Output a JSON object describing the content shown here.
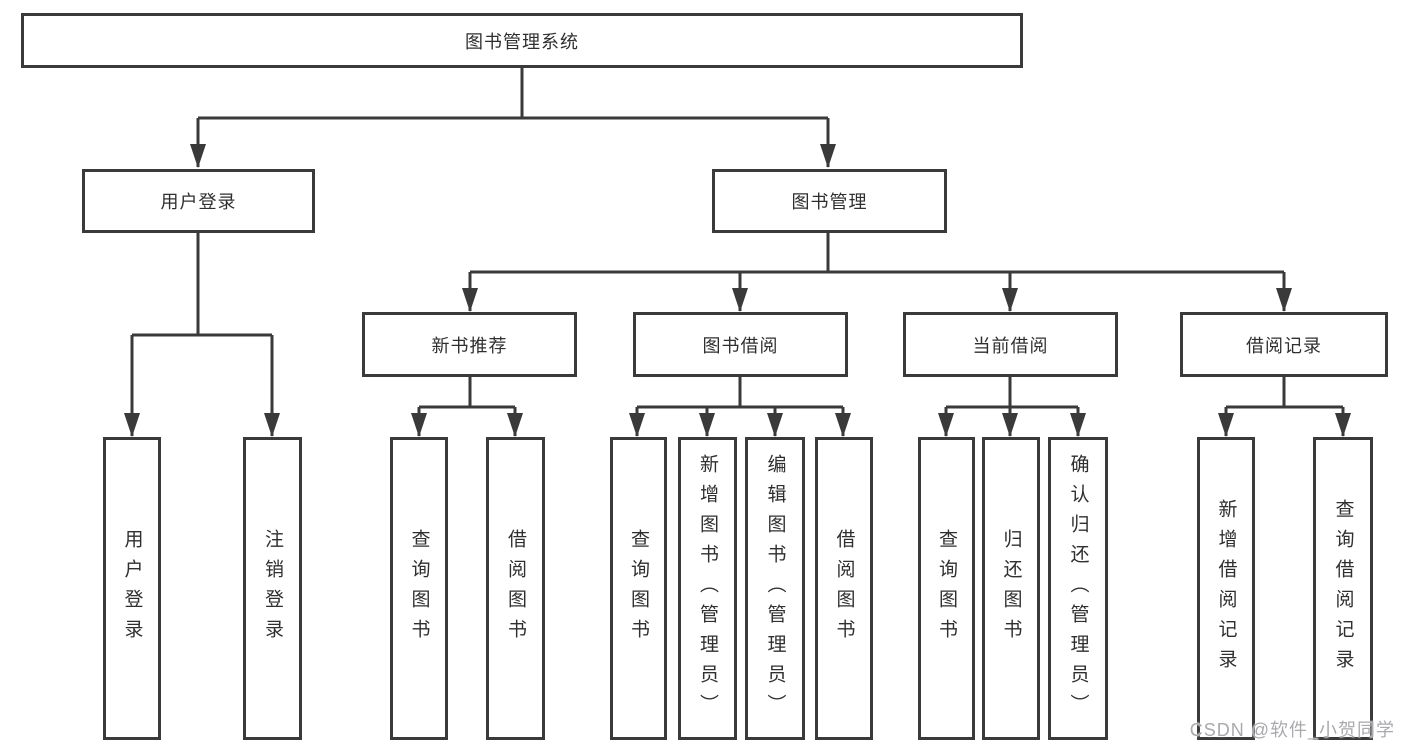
{
  "diagram": {
    "root": {
      "label": "图书管理系统"
    },
    "branches": [
      {
        "label": "用户登录",
        "children": [
          "用户登录",
          "注销登录"
        ]
      },
      {
        "label": "图书管理",
        "sections": [
          {
            "label": "新书推荐",
            "children": [
              "查询图书",
              "借阅图书"
            ]
          },
          {
            "label": "图书借阅",
            "children": [
              "查询图书",
              "新增图书（管理员）",
              "编辑图书（管理员）",
              "借阅图书"
            ]
          },
          {
            "label": "当前借阅",
            "children": [
              "查询图书",
              "归还图书",
              "确认归还（管理员）"
            ]
          },
          {
            "label": "借阅记录",
            "children": [
              "新增借阅记录",
              "查询借阅记录"
            ]
          }
        ]
      }
    ],
    "colors": {
      "line": "#3a3a3a",
      "box_border": "#3a3a3a",
      "text": "#2f2f2f",
      "background": "#ffffff",
      "watermark": "#a4a4aa"
    },
    "watermark": "CSDN @软件_小贺同学"
  }
}
